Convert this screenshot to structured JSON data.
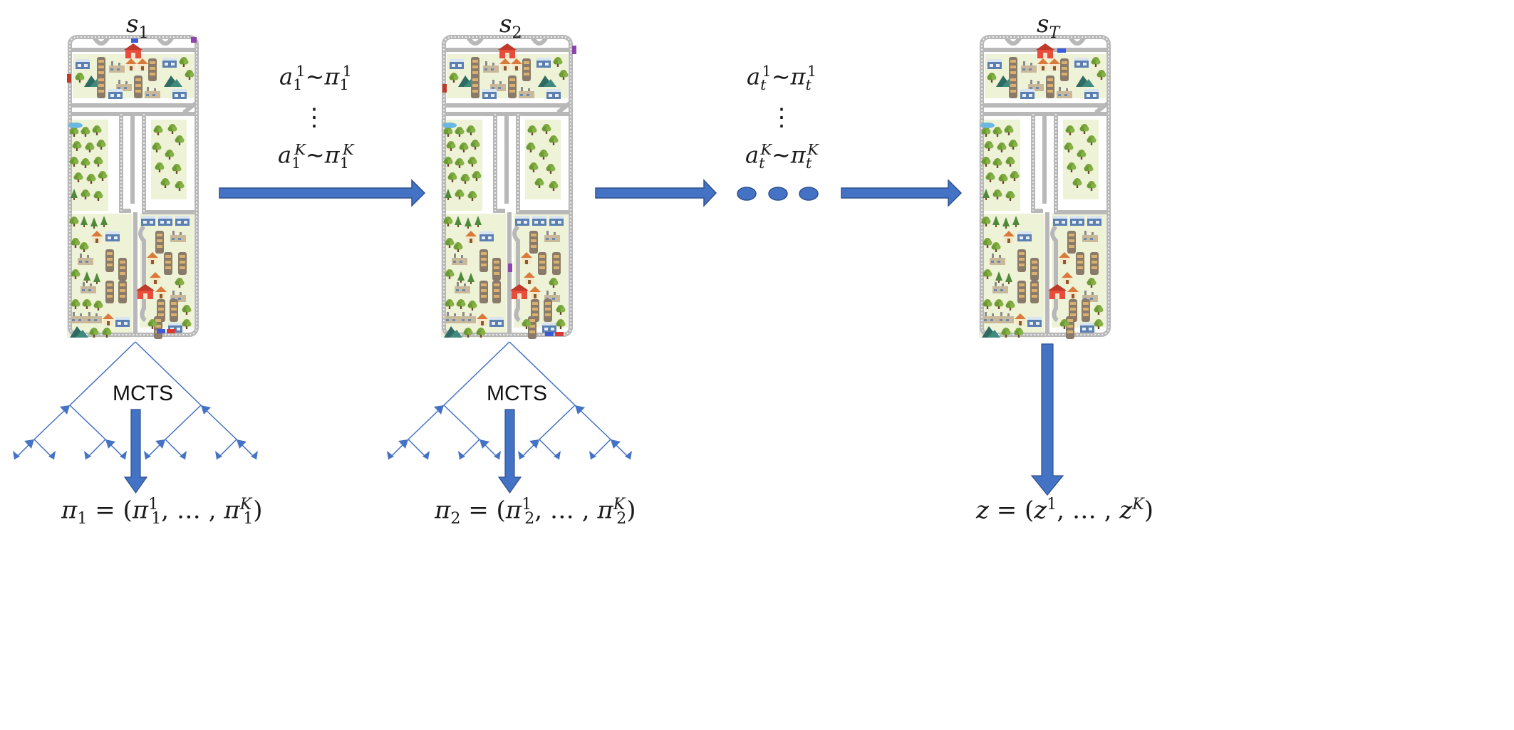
{
  "states": [
    {
      "name": "s",
      "sub": "1"
    },
    {
      "name": "s",
      "sub": "2"
    },
    {
      "name": "s",
      "sub": "T"
    }
  ],
  "actions": [
    {
      "first": {
        "a": "a",
        "a_sub": "1",
        "a_sup": "1",
        "tilde": "∼",
        "pi": "π",
        "pi_sub": "1",
        "pi_sup": "1"
      },
      "vdots": "⋮",
      "last": {
        "a": "a",
        "a_sub": "1",
        "a_sup": "K",
        "tilde": "∼",
        "pi": "π",
        "pi_sub": "1",
        "pi_sup": "K"
      }
    },
    {
      "first": {
        "a": "a",
        "a_sub": "t",
        "a_sup": "1",
        "tilde": "∼",
        "pi": "π",
        "pi_sub": "t",
        "pi_sup": "1"
      },
      "vdots": "⋮",
      "last": {
        "a": "a",
        "a_sub": "t",
        "a_sup": "K",
        "tilde": "∼",
        "pi": "π",
        "pi_sub": "t",
        "pi_sup": "K"
      }
    }
  ],
  "mcts_label": "MCTS",
  "policies": [
    {
      "lhs": "π",
      "lhs_sub": "1",
      "eq": " = (",
      "p1": "π",
      "p1_sup": "1",
      "p1_sub": "1",
      "mid": ", … , ",
      "p2": "π",
      "p2_sup": "K",
      "p2_sub": "1",
      "close": ")"
    },
    {
      "lhs": "π",
      "lhs_sub": "2",
      "eq": " = (",
      "p1": "π",
      "p1_sup": "1",
      "p1_sub": "2",
      "mid": ", … , ",
      "p2": "π",
      "p2_sup": "K",
      "p2_sub": "2",
      "close": ")"
    }
  ],
  "outcome": {
    "lhs": "z",
    "eq": " = (",
    "p1": "z",
    "p1_sup": "1",
    "mid": ", … , ",
    "p2": "z",
    "p2_sup": "K",
    "close": ")"
  },
  "colors": {
    "arrow": "#4472c4",
    "arrow_stroke": "#2f528f",
    "tree": "#4472c4",
    "grass": "#eef3d8",
    "track": "#b8b8b8",
    "road": "#f1f1f1"
  }
}
